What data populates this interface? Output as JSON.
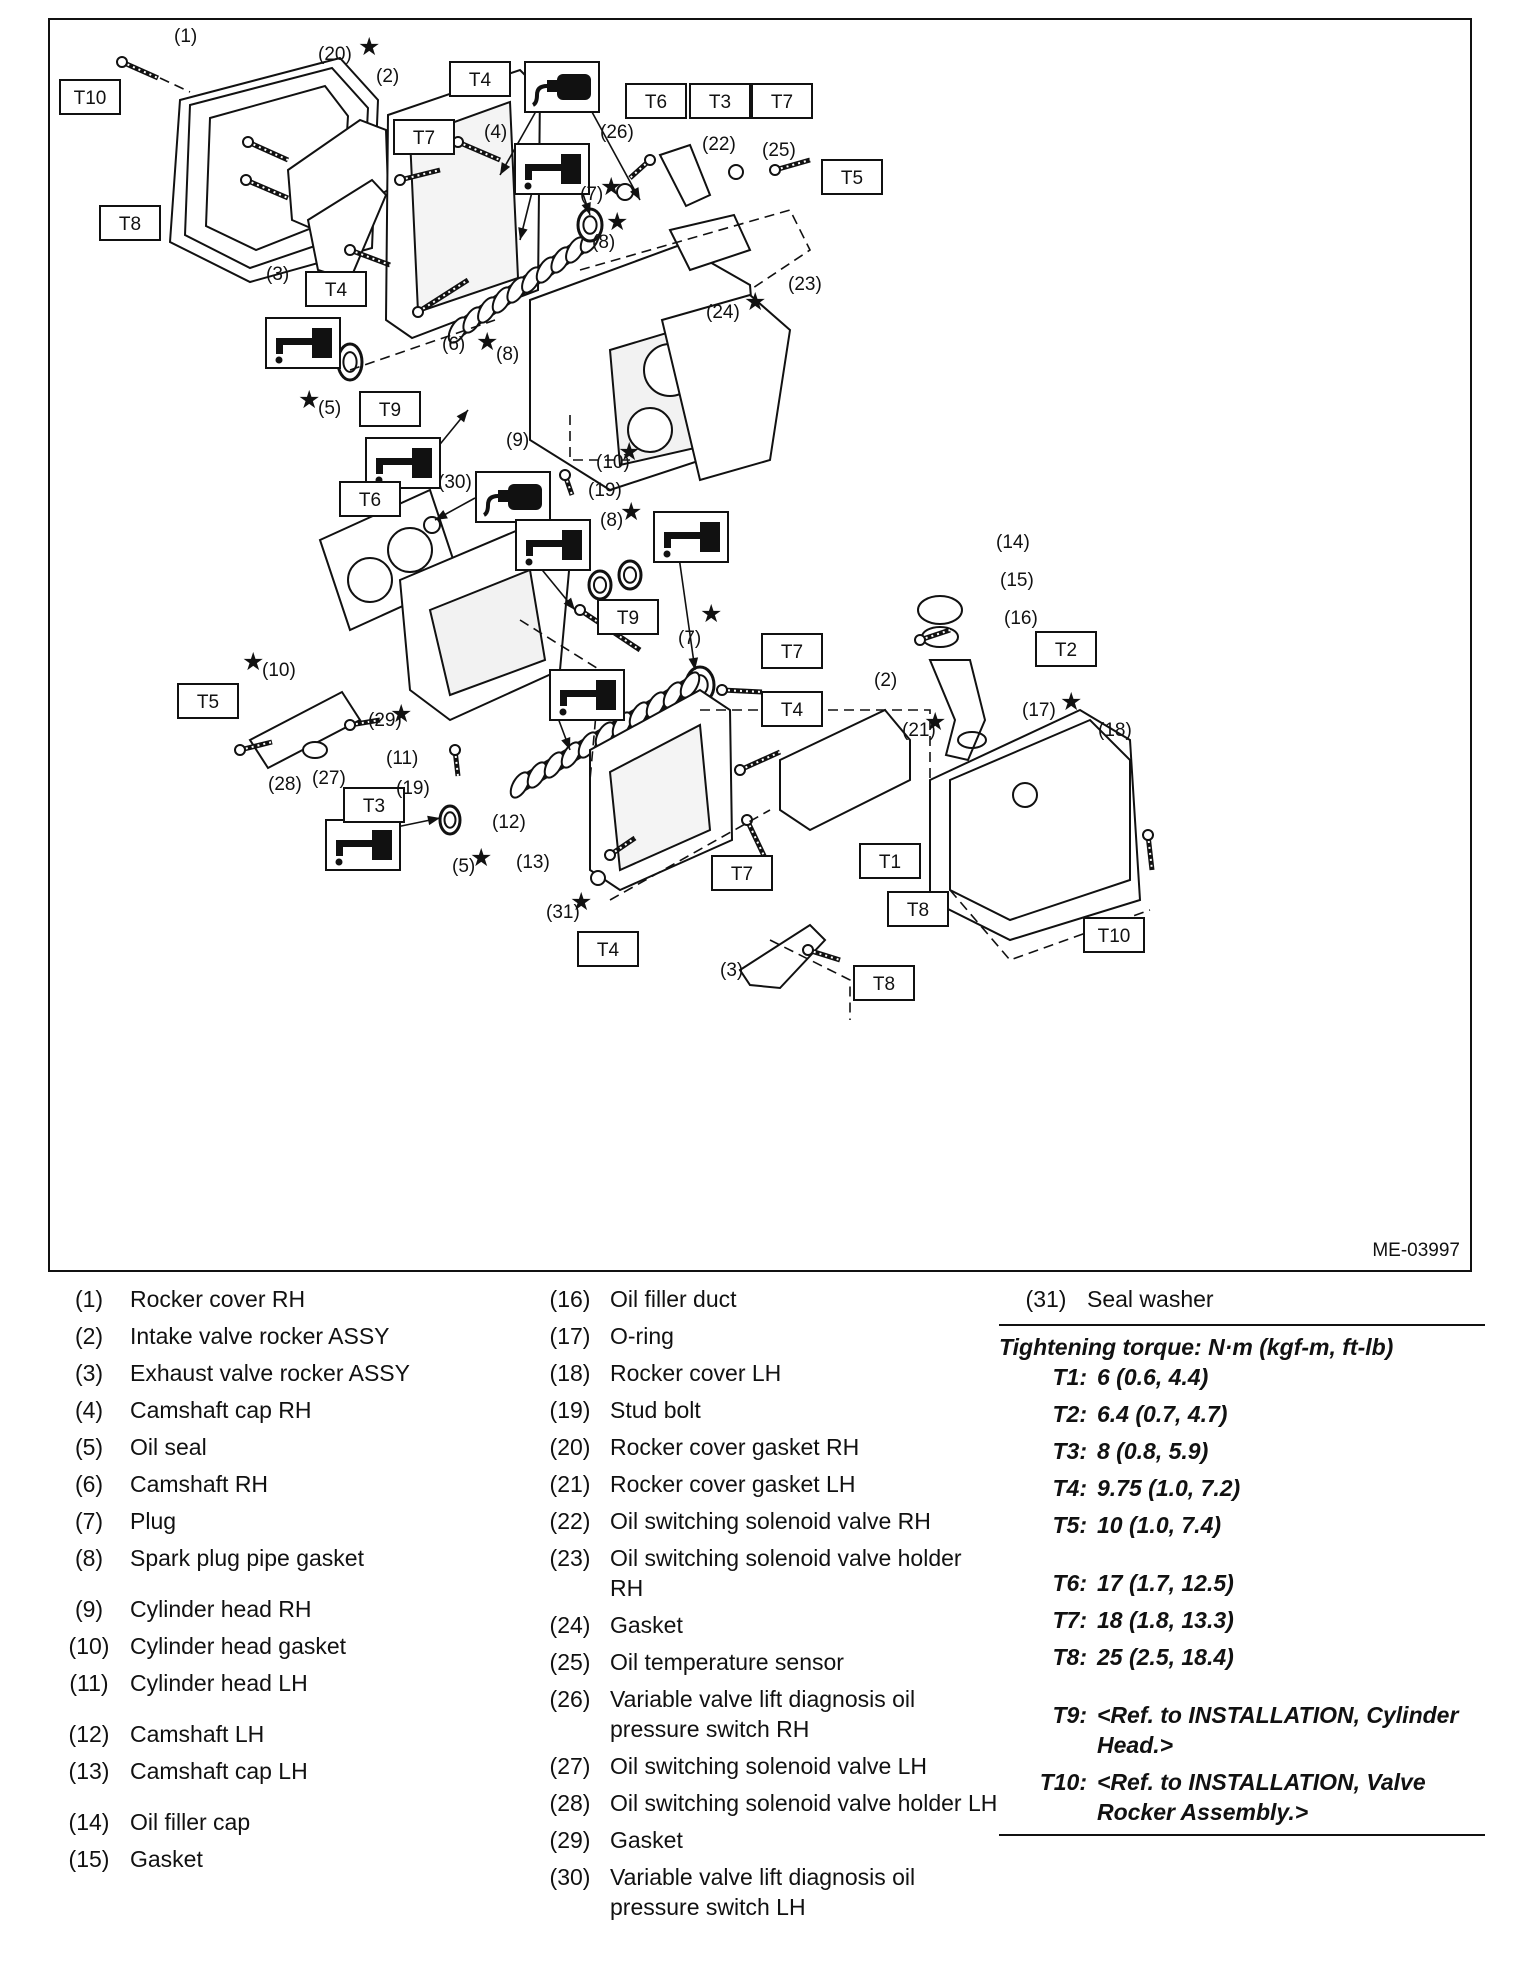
{
  "figure_id": "ME-03997",
  "callouts": {
    "1": "(1)",
    "2": "(2)",
    "3": "(3)",
    "4": "(4)",
    "5": "(5)",
    "6": "(6)",
    "7": "(7)",
    "8": "(8)",
    "9": "(9)",
    "10": "(10)",
    "11": "(11)",
    "12": "(12)",
    "13": "(13)",
    "14": "(14)",
    "15": "(15)",
    "16": "(16)",
    "17": "(17)",
    "18": "(18)",
    "19": "(19)",
    "20": "(20)",
    "21": "(21)",
    "22": "(22)",
    "23": "(23)",
    "24": "(24)",
    "25": "(25)",
    "26": "(26)",
    "27": "(27)",
    "28": "(28)",
    "29": "(29)",
    "30": "(30)",
    "31": "(31)"
  },
  "torque_tags": [
    "T1",
    "T2",
    "T3",
    "T4",
    "T5",
    "T6",
    "T7",
    "T8",
    "T9",
    "T10"
  ],
  "star_symbol": "★",
  "icons": [
    "oil-can-icon",
    "grease-icon",
    "star-icon"
  ],
  "legend": {
    "col1": [
      {
        "num": "(1)",
        "text": "Rocker cover RH"
      },
      {
        "num": "(2)",
        "text": "Intake valve rocker ASSY"
      },
      {
        "num": "(3)",
        "text": "Exhaust valve rocker ASSY"
      },
      {
        "num": "(4)",
        "text": "Camshaft cap RH"
      },
      {
        "num": "(5)",
        "text": "Oil seal"
      },
      {
        "num": "(6)",
        "text": "Camshaft RH"
      },
      {
        "num": "(7)",
        "text": "Plug"
      },
      {
        "num": "(8)",
        "text": "Spark plug pipe gasket"
      },
      {
        "num": "(9)",
        "text": "Cylinder head RH"
      },
      {
        "num": "(10)",
        "text": "Cylinder head gasket"
      },
      {
        "num": "(11)",
        "text": "Cylinder head LH"
      },
      {
        "num": "(12)",
        "text": "Camshaft LH"
      },
      {
        "num": "(13)",
        "text": "Camshaft cap LH"
      },
      {
        "num": "(14)",
        "text": "Oil filler cap"
      },
      {
        "num": "(15)",
        "text": "Gasket"
      }
    ],
    "col2": [
      {
        "num": "(16)",
        "text": "Oil filler duct"
      },
      {
        "num": "(17)",
        "text": "O-ring"
      },
      {
        "num": "(18)",
        "text": "Rocker cover LH"
      },
      {
        "num": "(19)",
        "text": "Stud bolt"
      },
      {
        "num": "(20)",
        "text": "Rocker cover gasket RH"
      },
      {
        "num": "(21)",
        "text": "Rocker cover gasket LH"
      },
      {
        "num": "(22)",
        "text": "Oil switching solenoid valve RH"
      },
      {
        "num": "(23)",
        "text": "Oil switching solenoid valve holder RH"
      },
      {
        "num": "(24)",
        "text": "Gasket"
      },
      {
        "num": "(25)",
        "text": "Oil temperature sensor"
      },
      {
        "num": "(26)",
        "text": "Variable valve lift diagnosis oil pressure switch RH"
      },
      {
        "num": "(27)",
        "text": "Oil switching solenoid valve LH"
      },
      {
        "num": "(28)",
        "text": "Oil switching solenoid valve holder LH"
      },
      {
        "num": "(29)",
        "text": "Gasket"
      },
      {
        "num": "(30)",
        "text": "Variable valve lift diagnosis oil pressure switch LH"
      }
    ],
    "col3": [
      {
        "num": "(31)",
        "text": "Seal washer"
      }
    ]
  },
  "torque": {
    "title": "Tightening torque: N·m (kgf-m, ft-lb)",
    "rows": [
      {
        "key": "T1:",
        "value": "6 (0.6, 4.4)"
      },
      {
        "key": "T2:",
        "value": "6.4 (0.7, 4.7)"
      },
      {
        "key": "T3:",
        "value": "8 (0.8, 5.9)"
      },
      {
        "key": "T4:",
        "value": "9.75 (1.0, 7.2)"
      },
      {
        "key": "T5:",
        "value": "10 (1.0, 7.4)"
      },
      {
        "key": "T6:",
        "value": "17 (1.7, 12.5)"
      },
      {
        "key": "T7:",
        "value": "18 (1.8, 13.3)"
      },
      {
        "key": "T8:",
        "value": "25 (2.5, 18.4)"
      },
      {
        "key": "T9:",
        "value": "<Ref. to INSTALLATION, Cylinder Head.>"
      },
      {
        "key": "T10:",
        "value": "<Ref. to INSTALLATION, Valve Rocker Assembly.>"
      }
    ]
  }
}
